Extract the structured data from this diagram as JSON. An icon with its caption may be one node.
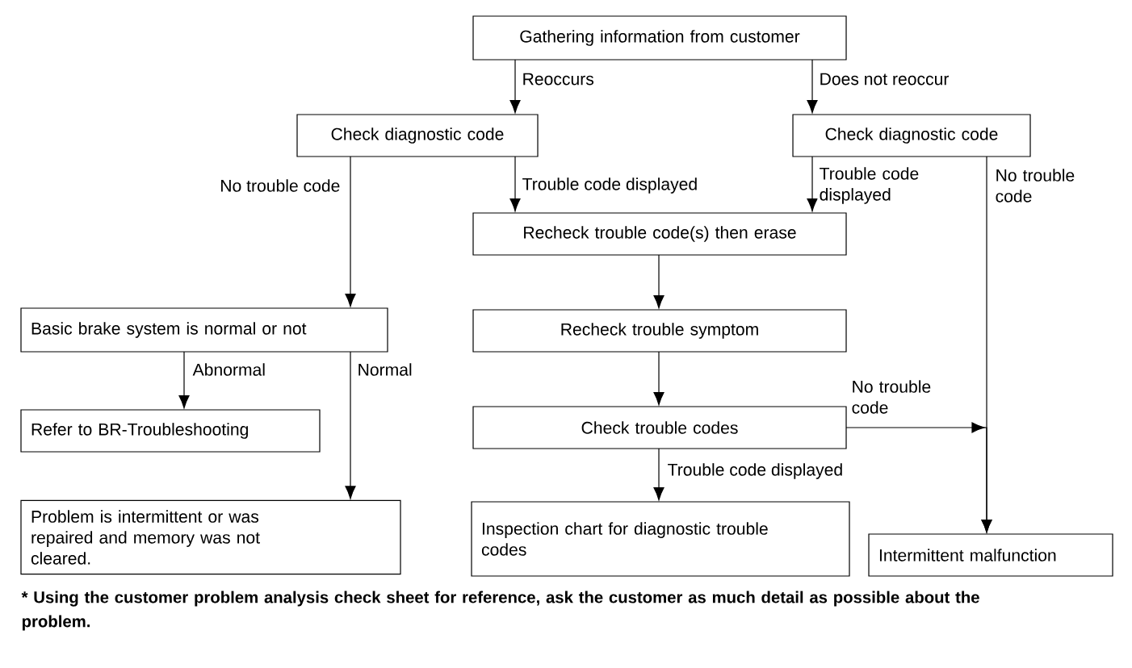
{
  "diagram": {
    "nodes": [
      {
        "text": [
          "Gathering information from customer"
        ]
      },
      {
        "text": [
          "Check diagnostic code"
        ]
      },
      {
        "text": [
          "Check diagnostic code"
        ]
      },
      {
        "text": [
          "Recheck trouble code(s) then erase"
        ]
      },
      {
        "text": [
          "Basic brake system is normal or not"
        ]
      },
      {
        "text": [
          "Recheck trouble symptom"
        ]
      },
      {
        "text": [
          "Refer to BR-Troubleshooting"
        ]
      },
      {
        "text": [
          "Check trouble codes"
        ]
      },
      {
        "text": [
          "Problem is intermittent or was repaired and memory was not cleared."
        ]
      },
      {
        "text": [
          "Inspection chart for diagnostic trouble codes"
        ]
      },
      {
        "text": [
          "Intermittent malfunction"
        ]
      }
    ],
    "edges": [
      {
        "from": 0,
        "to": 1,
        "arrow": "to",
        "label": "Reoccurs"
      },
      {
        "from": 0,
        "to": 2,
        "arrow": "to",
        "label": "Does not reoccur"
      },
      {
        "from": 1,
        "to": 4,
        "arrow": "to",
        "label": "No trouble code"
      },
      {
        "from": 1,
        "to": 3,
        "arrow": "to",
        "label": "Trouble code displayed"
      },
      {
        "from": 2,
        "to": 3,
        "arrow": "to",
        "label": "Trouble code displayed"
      },
      {
        "from": 2,
        "to": 10,
        "arrow": "to",
        "label": "No trouble code"
      },
      {
        "from": 3,
        "to": 5,
        "arrow": "to"
      },
      {
        "from": 4,
        "to": 6,
        "arrow": "to",
        "label": "Abnormal"
      },
      {
        "from": 4,
        "to": 8,
        "arrow": "to",
        "label": "Normal"
      },
      {
        "from": 5,
        "to": 7,
        "arrow": "to"
      },
      {
        "from": 7,
        "to": 10,
        "arrow": "to",
        "label": "No trouble code"
      },
      {
        "from": 7,
        "to": 9,
        "arrow": "to",
        "label": "Trouble code displayed"
      }
    ],
    "labels": [
      "* Using the customer problem analysis check sheet for reference, ask the customer as much detail as possible about the problem."
    ]
  }
}
